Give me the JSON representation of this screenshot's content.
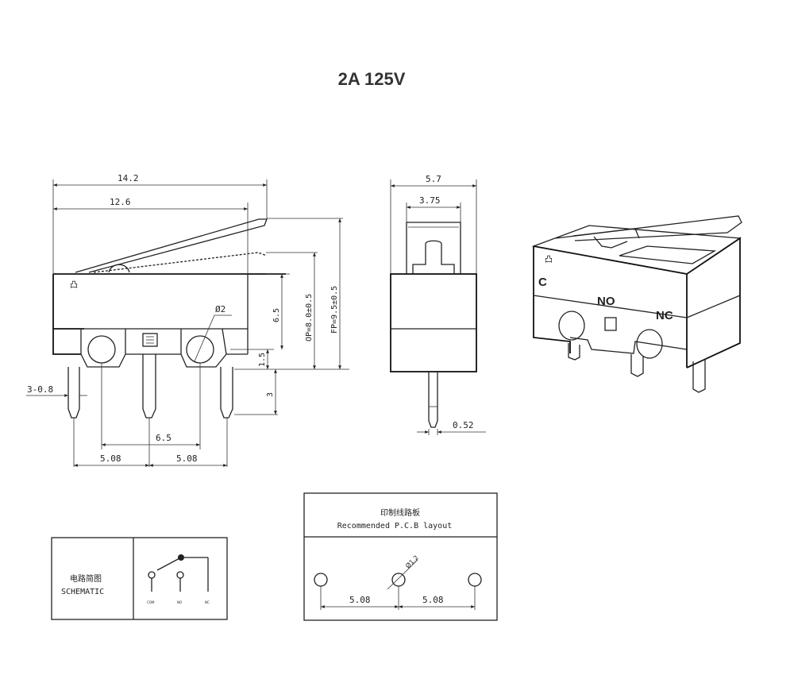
{
  "title": "2A 125V",
  "front_view": {
    "width_total": "14.2",
    "width_body": "12.6",
    "hole_dia": "Ø2",
    "pin_thickness": "3-0.8",
    "height_body": "6.5",
    "op_height": "OP=8.0±0.5",
    "fp_height": "FP=9.5±0.5",
    "hole_height": "1.5",
    "pin_length": "3",
    "hole_spacing": "6.5",
    "pin_pitch_left": "5.08",
    "pin_pitch_right": "5.08"
  },
  "side_view": {
    "width_total": "5.7",
    "width_inner": "3.75",
    "pin_width": "0.52"
  },
  "iso_view": {
    "label_c": "C",
    "label_no": "NO",
    "label_nc": "NC"
  },
  "schematic": {
    "title_cn": "电路简图",
    "title_en": "SCHEMATIC",
    "pin_com": "COM",
    "pin_no": "NO",
    "pin_nc": "NC"
  },
  "pcb_layout": {
    "title_cn": "印制线路板",
    "title_en": "Recommended P.C.B layout",
    "hole_label": "Ø1.2",
    "pitch_left": "5.08",
    "pitch_right": "5.08"
  }
}
